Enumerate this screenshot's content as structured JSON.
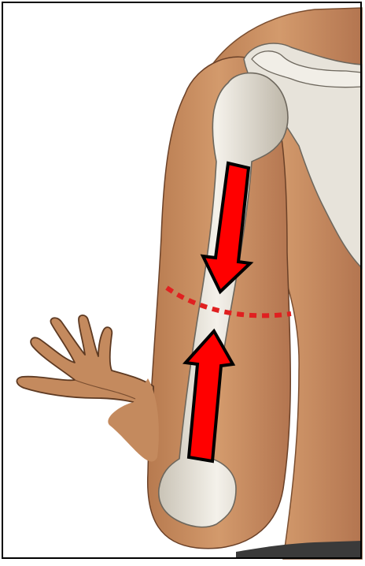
{
  "illustration": {
    "skin_color": "#c48a5e",
    "skin_shadow": "#a66b43",
    "bone_color": "#eeeae0",
    "bone_shadow": "#b9b3a6",
    "arrow_color": "#ff0000",
    "fracture_line_color": "#e02020",
    "border_color": "#000000",
    "arrows": [
      {
        "name": "downward-compression-arrow",
        "direction": "down"
      },
      {
        "name": "upward-compression-arrow",
        "direction": "up"
      }
    ]
  }
}
